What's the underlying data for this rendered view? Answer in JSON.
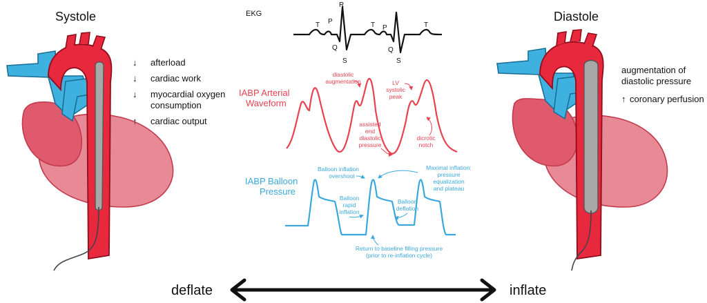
{
  "left_panel": {
    "title": "Systole",
    "effects": [
      {
        "arrow": "↓",
        "lines": [
          "afterload"
        ]
      },
      {
        "arrow": "↓",
        "lines": [
          "cardiac work"
        ]
      },
      {
        "arrow": "↓",
        "lines": [
          "myocardial oxygen",
          "consumption"
        ]
      },
      {
        "arrow": "↑",
        "lines": [
          "cardiac output"
        ]
      }
    ]
  },
  "right_panel": {
    "title": "Diastole",
    "effects": [
      {
        "arrow": "",
        "lines": [
          "augmentation of",
          "diastolic pressure"
        ]
      },
      {
        "arrow": "↑",
        "lines": [
          "coronary perfusion"
        ]
      }
    ]
  },
  "ekg": {
    "title": "EKG",
    "wave_labels": [
      "T",
      "P",
      "R",
      "Q",
      "S",
      "T",
      "P",
      "Q",
      "S",
      "T"
    ]
  },
  "arterial": {
    "title_lines": [
      "IABP Arterial",
      "Waveform"
    ],
    "annotations": {
      "diastolic_augmentation": [
        "diastolic",
        "augmentation"
      ],
      "lv_systolic_peak": [
        "LV",
        "systolic",
        "peak"
      ],
      "assisted_end_diastolic": [
        "assisted",
        "end",
        "diastolic",
        "pressure"
      ],
      "dicrotic_notch": [
        "dicrotic",
        "notch"
      ]
    }
  },
  "balloon": {
    "title_lines": [
      "IABP Balloon",
      "Pressure"
    ],
    "annotations": {
      "inflation_overshoot": [
        "Balloon inflation",
        "overshoot"
      ],
      "maximal_inflation": [
        "Maximal inflation:",
        "pressure",
        "equalization",
        "and plateau"
      ],
      "rapid_inflation": [
        "Balloon",
        "rapid",
        "inflation"
      ],
      "deflation": [
        "Balloon",
        "deflation"
      ],
      "baseline": [
        "Return to baseline filling pressure",
        "(prior to re-inflation cycle)"
      ]
    }
  },
  "bottom": {
    "left_label": "deflate",
    "right_label": "inflate"
  },
  "colors": {
    "aorta_red": "#e8293d",
    "vein_blue": "#3eb1e0",
    "heart_pink": "#e05a6e",
    "heart_light": "#e88a96",
    "balloon_gray": "#a8a8a8",
    "arterial_red": "#e8414f",
    "balloon_blue": "#3aa8dc",
    "ink": "#111111"
  }
}
